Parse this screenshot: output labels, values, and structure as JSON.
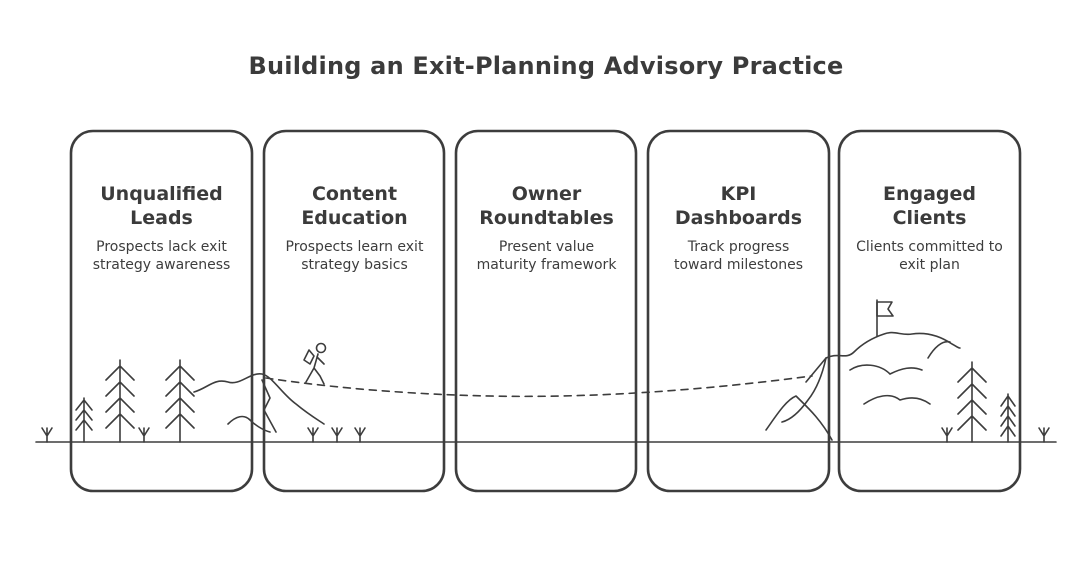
{
  "title": "Building an Exit-Planning Advisory Practice",
  "stages": [
    {
      "title_line1": "Unqualified",
      "title_line2": "Leads",
      "desc_line1": "Prospects lack exit",
      "desc_line2": "strategy awareness"
    },
    {
      "title_line1": "Content",
      "title_line2": "Education",
      "desc_line1": "Prospects learn exit",
      "desc_line2": "strategy basics"
    },
    {
      "title_line1": "Owner",
      "title_line2": "Roundtables",
      "desc_line1": "Present value",
      "desc_line2": "maturity framework"
    },
    {
      "title_line1": "KPI",
      "title_line2": "Dashboards",
      "desc_line1": "Track progress",
      "desc_line2": "toward milestones"
    },
    {
      "title_line1": "Engaged",
      "title_line2": "Clients",
      "desc_line1": "Clients committed to",
      "desc_line2": "exit plan"
    }
  ],
  "colors": {
    "stroke": "#3d3d3d",
    "background": "#ffffff"
  },
  "icons": [
    "tree-icon",
    "hiker-icon",
    "mountain-icon",
    "flag-icon",
    "grass-icon"
  ]
}
